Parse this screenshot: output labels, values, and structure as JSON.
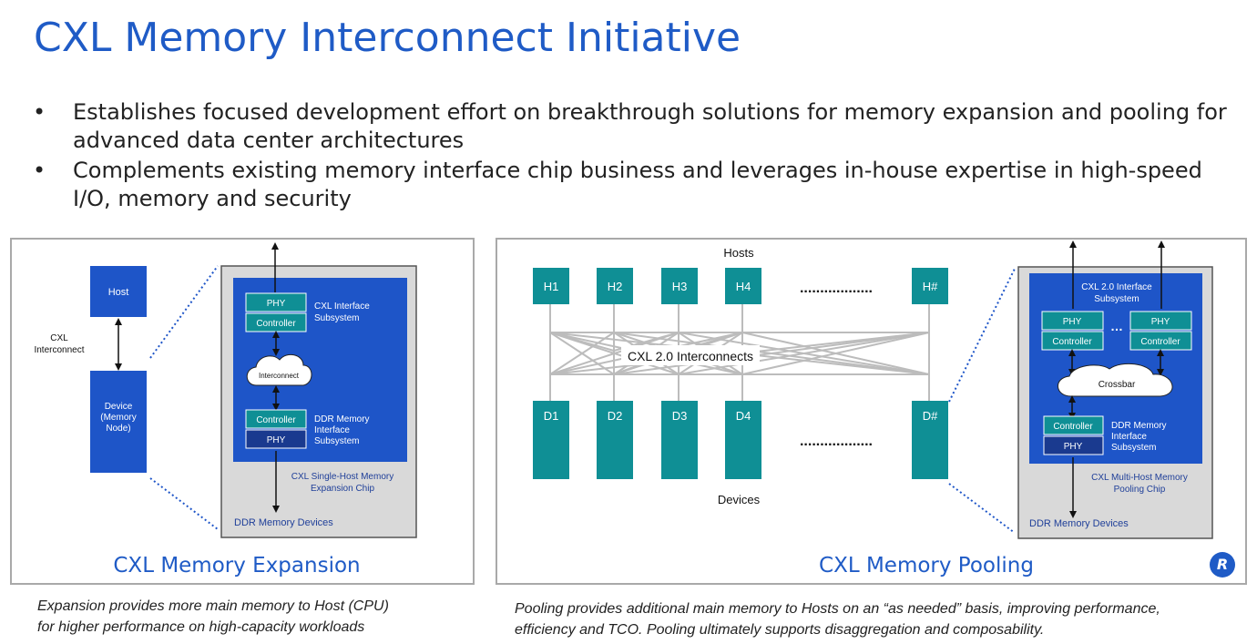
{
  "title": "CXL Memory Interconnect Initiative",
  "bullets": [
    "Establishes focused development effort on breakthrough solutions for memory expansion and pooling for advanced data center architectures",
    "Complements existing memory interface chip business and leverages in-house expertise in high-speed I/O, memory and security"
  ],
  "bullet_glyph": "•",
  "expansion": {
    "panel_title": "CXL Memory Expansion",
    "host_label": "Host",
    "interconnect_label_line1": "CXL",
    "interconnect_label_line2": "Interconnect",
    "device_line1": "Device",
    "device_line2": "(Memory",
    "device_line3": "Node)",
    "phy": "PHY",
    "controller": "Controller",
    "cxl_if_line1": "CXL Interface",
    "cxl_if_line2": "Subsystem",
    "cloud_label": "Interconnect",
    "ddr_line1": "DDR Memory",
    "ddr_line2": "Interface",
    "ddr_line3": "Subsystem",
    "chip_line1": "CXL Single-Host Memory",
    "chip_line2": "Expansion Chip",
    "ddr_devices": "DDR Memory Devices",
    "caption_line1": "Expansion provides more main memory to Host (CPU)",
    "caption_line2": "for higher performance on high-capacity workloads"
  },
  "pooling": {
    "panel_title": "CXL Memory Pooling",
    "hosts_label": "Hosts",
    "devices_label": "Devices",
    "hosts": [
      "H1",
      "H2",
      "H3",
      "H4",
      "H#"
    ],
    "devices": [
      "D1",
      "D2",
      "D3",
      "D4",
      "D#"
    ],
    "ellipsis": "..................",
    "interconnects_label": "CXL 2.0 Interconnects",
    "cxl_if_line1": "CXL 2.0 Interface",
    "cxl_if_line2": "Subsystem",
    "phy": "PHY",
    "controller": "Controller",
    "mid_dots": "…",
    "cloud_label": "Crossbar",
    "ddr_line1": "DDR Memory",
    "ddr_line2": "Interface",
    "ddr_line3": "Subsystem",
    "chip_line1": "CXL Multi-Host Memory",
    "chip_line2": "Pooling Chip",
    "ddr_devices": "DDR Memory Devices",
    "caption_line1": "Pooling provides additional main memory to Hosts on an “as needed” basis, improving performance,",
    "caption_line2": "efficiency and TCO. Pooling ultimately supports disaggregation and composability."
  },
  "logo_letter": "R",
  "colors": {
    "title_blue": "#1f5bc6",
    "block_blue": "#1e55c8",
    "teal": "#0f8f95",
    "dark_navy": "#1a3a8f",
    "chip_gray": "#d9d9d9",
    "chip_text": "#1f3f99",
    "line_gray": "#bcbcbc"
  }
}
